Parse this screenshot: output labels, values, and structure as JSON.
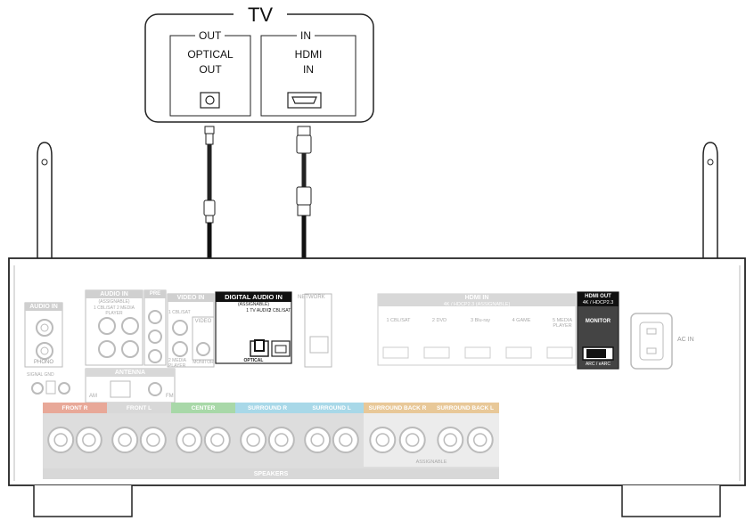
{
  "tv": {
    "title": "TV",
    "out_header": "OUT",
    "out_port_line1": "OPTICAL",
    "out_port_line2": "OUT",
    "in_header": "IN",
    "in_port_line1": "HDMI",
    "in_port_line2": "IN"
  },
  "receiver": {
    "audio_in_left": "AUDIO IN",
    "phono": "PHONO",
    "audio_in_group": "AUDIO IN",
    "assignable": "(ASSIGNABLE)",
    "audio_in_sub": "1 CBL/SAT  2 MEDIA PLAYER",
    "pre_out": "PRE OUT",
    "video_in": "VIDEO IN",
    "video_sub": "1 CBL/SAT",
    "video_sub2": "2 MEDIA PLAYER",
    "video_out": "VIDEO",
    "monitor_small": "MONITOR",
    "digital_audio_in": "DIGITAL AUDIO IN",
    "digital_assignable": "(ASSIGNABLE)",
    "digital_port1": "1 TV AUDIO",
    "digital_port2": "2 CBL/SAT",
    "optical": "OPTICAL",
    "network": "NETWORK",
    "hdmi_in_title": "HDMI IN",
    "hdmi_in_sub": "4K / HDCP2.3 (ASSIGNABLE)",
    "hdmi_inputs": [
      "1 CBL/SAT",
      "2 DVD",
      "3 Blu-ray",
      "4 GAME",
      "5 MEDIA PLAYER"
    ],
    "hdmi_out_title": "HDMI OUT",
    "hdmi_out_sub": "4K / HDCP2.3",
    "monitor": "MONITOR",
    "arc": "ARC / eARC",
    "ac_in": "AC IN",
    "signal_gnd": "SIGNAL GND",
    "antenna": "ANTENNA",
    "am": "AM",
    "fm": "FM",
    "speaker_groups": [
      "FRONT R",
      "FRONT L",
      "CENTER",
      "SURROUND R",
      "SURROUND L",
      "SURROUND BACK R",
      "SURROUND BACK L"
    ],
    "assignable_speakers": "ASSIGNABLE",
    "speakers": "SPEAKERS"
  },
  "colors": {
    "front": "#e8a898",
    "center": "#a8d8a8",
    "surround": "#a8d8e8",
    "surround_back": "#e8c898",
    "panel_gray": "#d8d8d8",
    "highlight": "#1a1a1a"
  }
}
